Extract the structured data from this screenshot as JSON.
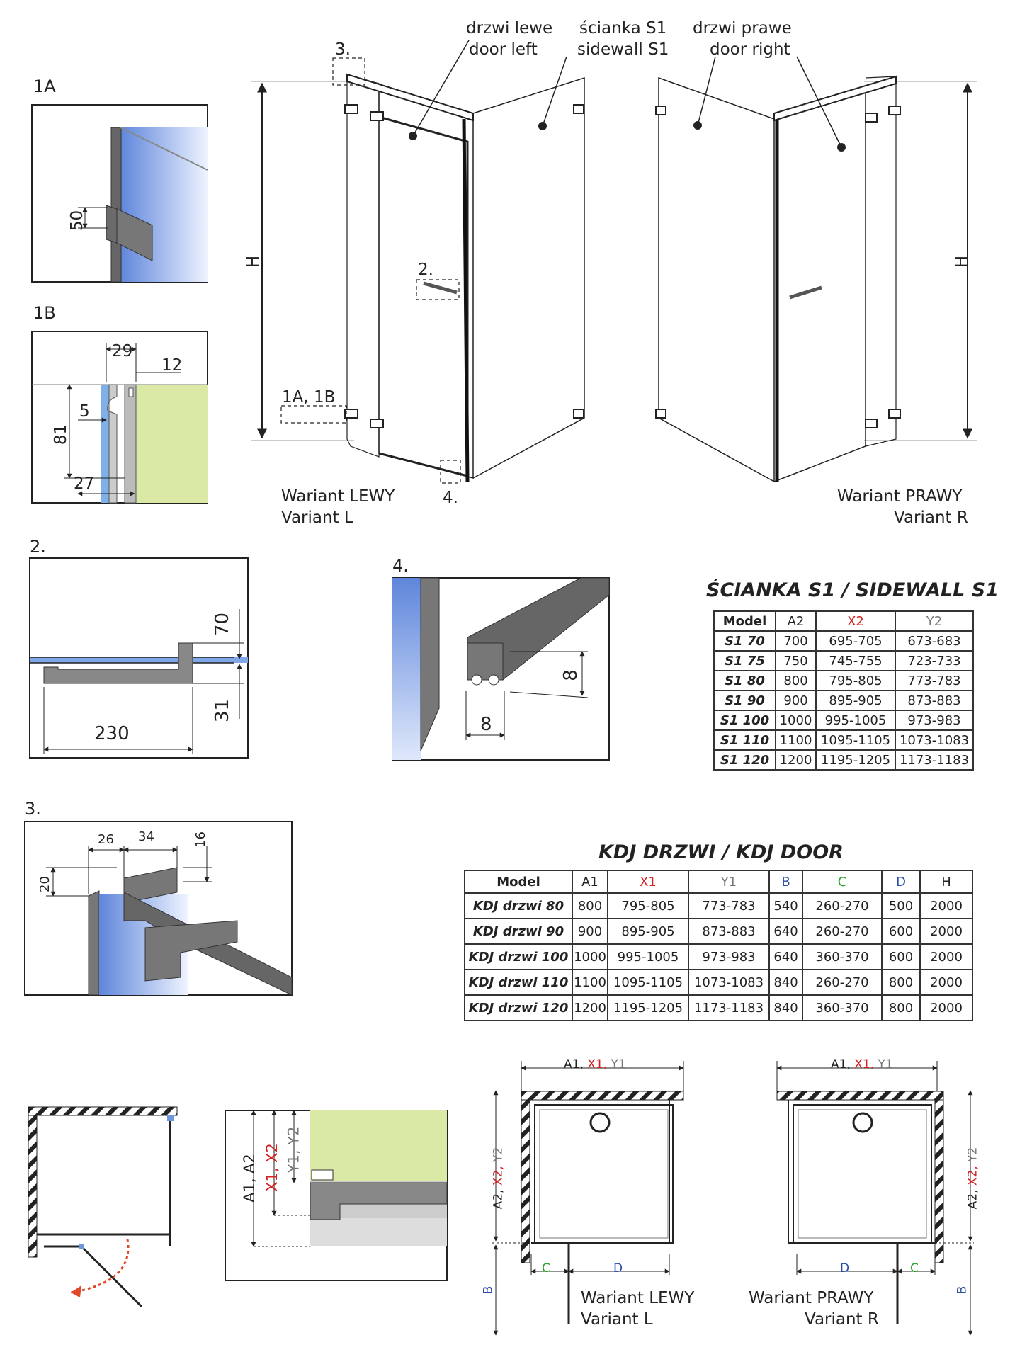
{
  "labels": {
    "door_left_pl": "drzwi lewe",
    "door_left_en": "door left",
    "sidewall_pl": "ścianka S1",
    "sidewall_en": "sidewall S1",
    "door_right_pl": "drzwi prawe",
    "door_right_en": "door right",
    "variant_left_pl": "Wariant LEWY",
    "variant_left_en": "Variant L",
    "variant_right_pl": "Wariant PRAWY",
    "variant_right_en": "Variant R",
    "h": "H",
    "ref_2": "2.",
    "ref_3": "3.",
    "ref_4": "4.",
    "ref_1a1b": "1A, 1B"
  },
  "detail_1a": {
    "title": "1A",
    "dim": "50"
  },
  "detail_1b": {
    "title": "1B",
    "d29": "29",
    "d12": "12",
    "d5": "5",
    "d81": "81",
    "d27": "27"
  },
  "detail_2": {
    "title": "2.",
    "d70": "70",
    "d31": "31",
    "d230": "230"
  },
  "detail_3": {
    "title": "3.",
    "d26": "26",
    "d34": "34",
    "d16": "16",
    "d20": "20"
  },
  "detail_4": {
    "title": "4.",
    "d8a": "8",
    "d8b": "8"
  },
  "sidewall_table": {
    "title": "ŚCIANKA S1 / SIDEWALL S1",
    "headers": [
      "Model",
      "A2",
      "X2",
      "Y2"
    ],
    "rows": [
      [
        "S1 70",
        "700",
        "695-705",
        "673-683"
      ],
      [
        "S1 75",
        "750",
        "745-755",
        "723-733"
      ],
      [
        "S1 80",
        "800",
        "795-805",
        "773-783"
      ],
      [
        "S1 90",
        "900",
        "895-905",
        "873-883"
      ],
      [
        "S1 100",
        "1000",
        "995-1005",
        "973-983"
      ],
      [
        "S1 110",
        "1100",
        "1095-1105",
        "1073-1083"
      ],
      [
        "S1 120",
        "1200",
        "1195-1205",
        "1173-1183"
      ]
    ]
  },
  "door_table": {
    "title": "KDJ DRZWI / KDJ DOOR",
    "headers": [
      "Model",
      "A1",
      "X1",
      "Y1",
      "B",
      "C",
      "D",
      "H"
    ],
    "rows": [
      [
        "KDJ drzwi 80",
        "800",
        "795-805",
        "773-783",
        "540",
        "260-270",
        "500",
        "2000"
      ],
      [
        "KDJ drzwi 90",
        "900",
        "895-905",
        "873-883",
        "640",
        "260-270",
        "600",
        "2000"
      ],
      [
        "KDJ drzwi 100",
        "1000",
        "995-1005",
        "973-983",
        "640",
        "360-370",
        "600",
        "2000"
      ],
      [
        "KDJ drzwi 110",
        "1100",
        "1095-1105",
        "1073-1083",
        "840",
        "260-270",
        "800",
        "2000"
      ],
      [
        "KDJ drzwi 120",
        "1200",
        "1195-1205",
        "1173-1183",
        "840",
        "360-370",
        "800",
        "2000"
      ]
    ]
  },
  "plan": {
    "a1": "A1,",
    "x1": "X1,",
    "y1": "Y1",
    "a2": "A2,",
    "x2": "X2,",
    "y2": "Y2",
    "b": "B",
    "c": "C",
    "d": "D",
    "a1a2": "A1, A2",
    "x1x2": "X1, X2",
    "y1y2": "Y1, Y2"
  },
  "colors": {
    "red": "#d62020",
    "gray": "#777777",
    "blue": "#2b4fa8",
    "green": "#2aa12a",
    "glass": "#6f97e0",
    "wall": "#dbe9a7"
  }
}
